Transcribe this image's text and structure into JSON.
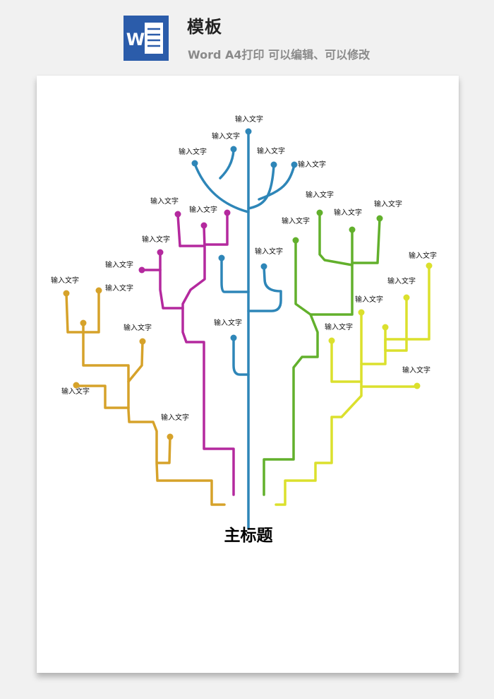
{
  "header": {
    "title": "模板",
    "subtitle": "Word A4打印 可以编辑、可以修改",
    "icon": "word-document-icon",
    "icon_letter": "W"
  },
  "diagram": {
    "main_title": "主标题",
    "colors": {
      "blue": "#2e86b8",
      "magenta": "#b4299e",
      "orange": "#d6a22a",
      "green": "#62b02c",
      "yellow": "#dbe02d"
    },
    "labels": [
      "输入文字",
      "输入文字",
      "输入文字",
      "输入文字",
      "输入文字",
      "输入文字",
      "输入文字",
      "输入文字",
      "输入文字",
      "输入文字",
      "输入文字",
      "输入文字",
      "输入文字",
      "输入文字",
      "输入文字",
      "输入文字",
      "输入文字",
      "输入文字",
      "输入文字",
      "输入文字",
      "输入文字",
      "输入文字",
      "输入文字",
      "输入文字",
      "输入文字"
    ]
  }
}
